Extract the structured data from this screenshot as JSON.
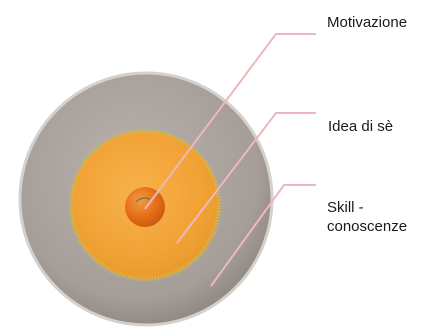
{
  "diagram": {
    "labels": {
      "motivazione": "Motivazione",
      "idea": "Idea di sè",
      "skill_line1": "Skill -",
      "skill_line2": "conoscenze"
    },
    "colors": {
      "outer_ring": "#a8a09c",
      "outer_edge": "#c9c4bf",
      "middle_disc": "#f4a63a",
      "middle_edge": "#d8b040",
      "core": "#e8701a",
      "leader_line": "#eeb7bd"
    }
  }
}
